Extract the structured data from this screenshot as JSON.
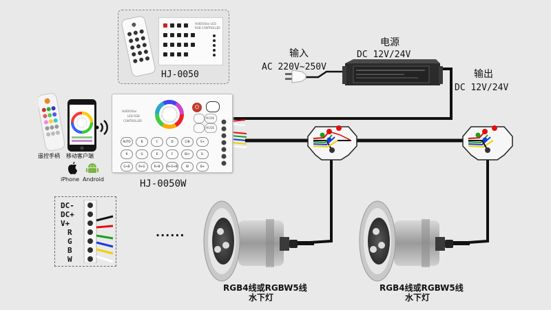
{
  "models": {
    "remote_kit": "HJ-0050",
    "wall_controller": "HJ-0050W"
  },
  "controller_panel": {
    "brand": "HUIDOStar",
    "line1": "LED  RGB",
    "line2": "CONTROLLER",
    "buttons": [
      "AUTO",
      "B",
      "C",
      "D",
      "C/B",
      "S+",
      "R",
      "G",
      "E",
      "F",
      "B/+",
      "S-",
      "G+B",
      "R+G",
      "R+B",
      "R+G+B",
      "W",
      "B+"
    ],
    "side_buttons": [
      "MODE",
      "MODE"
    ],
    "mini_brand": "HUIDOStar LED",
    "mini_label": "RGB CONTROLLER"
  },
  "remote_labels": {
    "handheld": "遥控手柄",
    "mobile": "移动客户端",
    "iphone": "iPhone",
    "android": "Android"
  },
  "power": {
    "title": "电源",
    "rating": "DC 12V/24V",
    "input_title": "输入",
    "input_range": "AC 220V~250V",
    "output_title": "输出",
    "output_rating": "DC 12V/24V"
  },
  "legend": [
    "DC-",
    "DC+",
    "V+",
    "R",
    "G",
    "B",
    "W"
  ],
  "ellipsis": "......",
  "lights": [
    {
      "caption_line1": "RGB4线或RGBW5线",
      "caption_line2": "水下灯"
    },
    {
      "caption_line1": "RGB4线或RGBW5线",
      "caption_line2": "水下灯"
    }
  ],
  "wire_colors": {
    "black": "#111111",
    "red": "#e01010",
    "green": "#19a019",
    "blue": "#1a3bd8",
    "yellow": "#f0d000",
    "white": "#ffffff"
  }
}
